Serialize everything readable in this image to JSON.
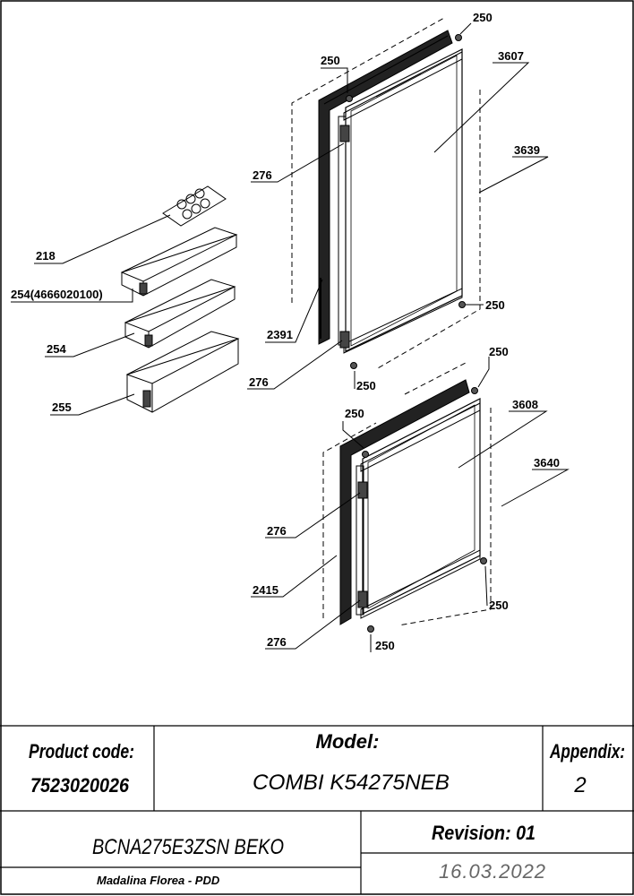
{
  "callouts": {
    "c218": "218",
    "c254_code": "254(4666020100)",
    "c254": "254",
    "c255": "255",
    "c3607": "3607",
    "c3639": "3639",
    "c2391": "2391",
    "c276a": "276",
    "c276b": "276",
    "c250a": "250",
    "c250b": "250",
    "c250c": "250",
    "c250d": "250",
    "c3608": "3608",
    "c3640": "3640",
    "c2415": "2415",
    "c276c": "276",
    "c276d": "276",
    "c250e": "250",
    "c250f": "250",
    "c250g": "250",
    "c250h": "250"
  },
  "title_block": {
    "product_code_label": "Product code:",
    "product_code_value": "7523020026",
    "model_label": "Model:",
    "model_value": "COMBI K54275NEB",
    "appendix_label": "Appendix:",
    "appendix_value": "2",
    "brand_model": "BCNA275E3ZSN BEKO",
    "revision": "Revision: 01",
    "author": "Madalina Florea - PDD",
    "date": "16.03.2022"
  }
}
